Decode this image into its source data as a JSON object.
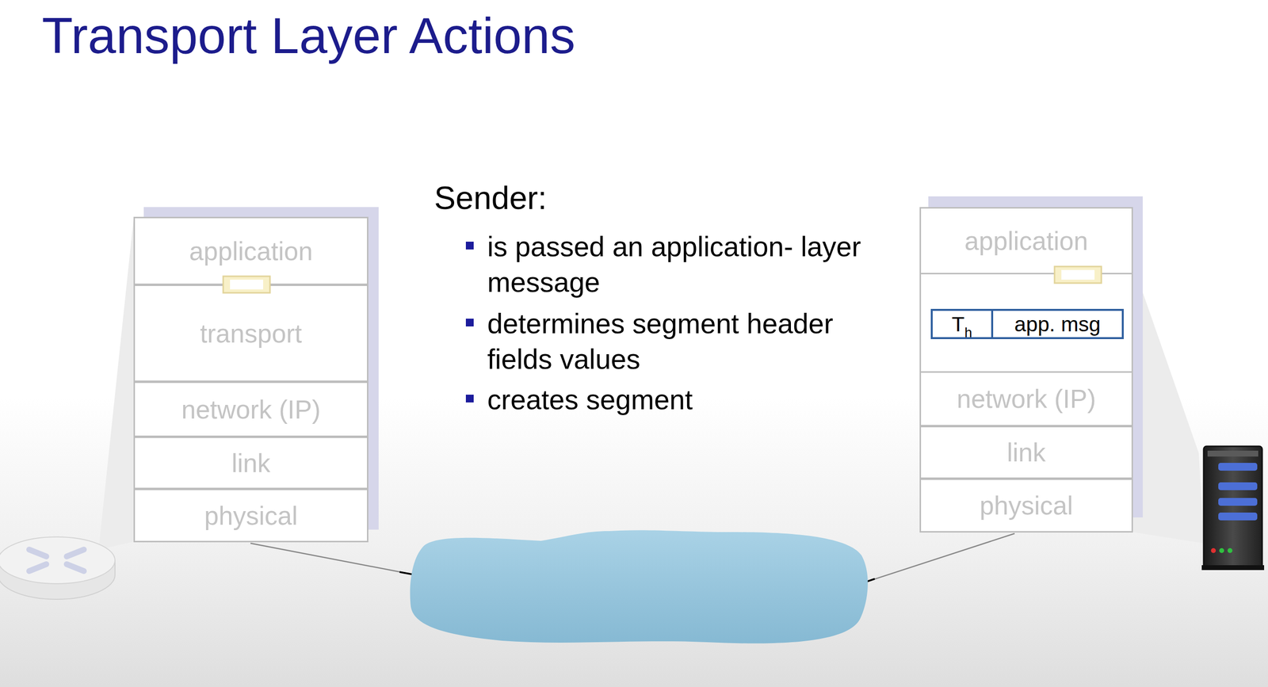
{
  "diagram": {
    "title": "Transport Layer Actions",
    "nodes": [
      {
        "text": [
          "application"
        ]
      },
      {
        "text": [
          "transport"
        ]
      },
      {
        "text": [
          "network (IP)"
        ]
      },
      {
        "text": [
          "link"
        ]
      },
      {
        "text": [
          "physical"
        ]
      },
      {
        "text": [
          "application"
        ]
      },
      {
        "text": [
          "network (IP)"
        ]
      },
      {
        "text": [
          "link"
        ]
      },
      {
        "text": [
          "physical"
        ]
      },
      {
        "text": [
          "T",
          "h"
        ]
      },
      {
        "text": [
          "app. msg"
        ]
      }
    ],
    "labels": [
      "Sender:",
      "is passed an application- layer message",
      "determines segment header fields values",
      "creates segment"
    ]
  }
}
